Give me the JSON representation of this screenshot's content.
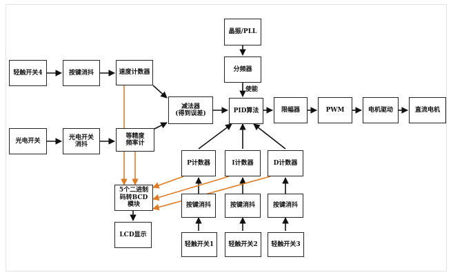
{
  "blocks": {
    "crystal": "晶振/PLL",
    "divider": "分频器",
    "sw4": "轻触开关4",
    "debounce4": "按键消抖",
    "speed_counter": "速度计数器",
    "subtractor": "减法器\n(得到误差)",
    "pid": "PID算法",
    "limiter": "限幅器",
    "pwm": "PWM",
    "motor_drive": "电机驱动",
    "dc_motor": "直流电机",
    "photo_switch": "光电开关",
    "photo_debounce": "光电开关\n消抖",
    "freq_meter": "等精度\n频率计",
    "p_counter": "P计数器",
    "i_counter": "I计数器",
    "d_counter": "D计数器",
    "bcd": "5个二进制\n码转BCD\n模块",
    "debounce1": "按键消抖",
    "debounce2": "按键消抖",
    "debounce3": "按键消抖",
    "lcd": "LCD显示",
    "sw1": "轻触开关1",
    "sw2": "轻触开关2",
    "sw3": "轻触开关3"
  },
  "labels": {
    "enable": "使能"
  },
  "colors": {
    "wire": "#111111",
    "bcd_wire": "#e07b25"
  }
}
